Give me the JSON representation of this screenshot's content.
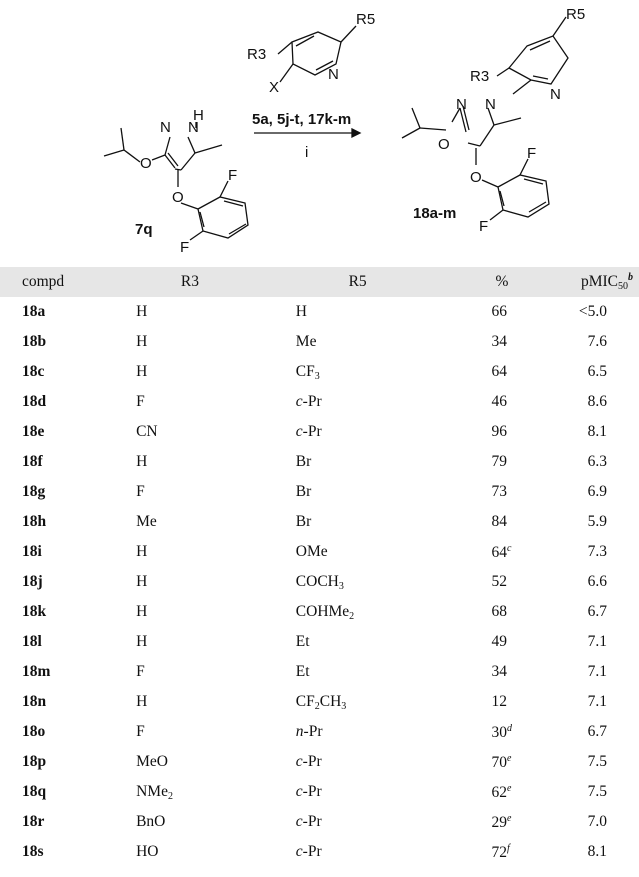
{
  "scheme": {
    "reactant_label": "7q",
    "reagent_label": "5a, 5j-t, 17k-m",
    "conditions_label": "i",
    "product_label": "18a-m",
    "substituents": {
      "r3": "R3",
      "r5": "R5",
      "x": "X",
      "n": "N",
      "f": "F",
      "o": "O",
      "h": "H"
    }
  },
  "table": {
    "headers": {
      "compd": "compd",
      "r3": "R3",
      "r5": "R5",
      "pct": "%",
      "pmic": "pMIC",
      "pmic_sub": "50",
      "pmic_sup": "b"
    },
    "rows": [
      {
        "compd": "18a",
        "r3": "H",
        "r5": "H",
        "pct": "66",
        "pmic": "<5.0"
      },
      {
        "compd": "18b",
        "r3": "H",
        "r5": "Me",
        "pct": "34",
        "pmic": "7.6"
      },
      {
        "compd": "18c",
        "r3": "H",
        "r5": "CF",
        "r5_sub": "3",
        "pct": "64",
        "pmic": "6.5"
      },
      {
        "compd": "18d",
        "r3": "F",
        "r5_pre": "c",
        "r5": "-Pr",
        "pct": "46",
        "pmic": "8.6"
      },
      {
        "compd": "18e",
        "r3": "CN",
        "r5_pre": "c",
        "r5": "-Pr",
        "pct": "96",
        "pmic": "8.1"
      },
      {
        "compd": "18f",
        "r3": "H",
        "r5": "Br",
        "pct": "79",
        "pmic": "6.3"
      },
      {
        "compd": "18g",
        "r3": "F",
        "r5": "Br",
        "pct": "73",
        "pmic": "6.9"
      },
      {
        "compd": "18h",
        "r3": "Me",
        "r5": "Br",
        "pct": "84",
        "pmic": "5.9"
      },
      {
        "compd": "18i",
        "r3": "H",
        "r5": "OMe",
        "pct": "64",
        "pct_sup": "c",
        "pmic": "7.3"
      },
      {
        "compd": "18j",
        "r3": "H",
        "r5": "COCH",
        "r5_sub": "3",
        "pct": "52",
        "pmic": "6.6"
      },
      {
        "compd": "18k",
        "r3": "H",
        "r5": "COHMe",
        "r5_sub": "2",
        "pct": "68",
        "pmic": "6.7"
      },
      {
        "compd": "18l",
        "r3": "H",
        "r5": "Et",
        "pct": "49",
        "pmic": "7.1"
      },
      {
        "compd": "18m",
        "r3": "F",
        "r5": "Et",
        "pct": "34",
        "pmic": "7.1"
      },
      {
        "compd": "18n",
        "r3": "H",
        "r5": "CF",
        "r5_sub": "2",
        "r5_post": "CH",
        "r5_sub2": "3",
        "pct": "12",
        "pmic": "7.1"
      },
      {
        "compd": "18o",
        "r3": "F",
        "r5_pre": "n",
        "r5": "-Pr",
        "pct": "30",
        "pct_sup": "d",
        "pmic": "6.7"
      },
      {
        "compd": "18p",
        "r3": "MeO",
        "r5_pre": "c",
        "r5": "-Pr",
        "pct": "70",
        "pct_sup": "e",
        "pmic": "7.5"
      },
      {
        "compd": "18q",
        "r3": "NMe",
        "r3_sub": "2",
        "r5_pre": "c",
        "r5": "-Pr",
        "pct": "62",
        "pct_sup": "e",
        "pmic": "7.5"
      },
      {
        "compd": "18r",
        "r3": "BnO",
        "r5_pre": "c",
        "r5": "-Pr",
        "pct": "29",
        "pct_sup": "e",
        "pmic": "7.0"
      },
      {
        "compd": "18s",
        "r3": "HO",
        "r5_pre": "c",
        "r5": "-Pr",
        "pct": "72",
        "pct_sup": "f",
        "pmic": "8.1"
      }
    ]
  }
}
